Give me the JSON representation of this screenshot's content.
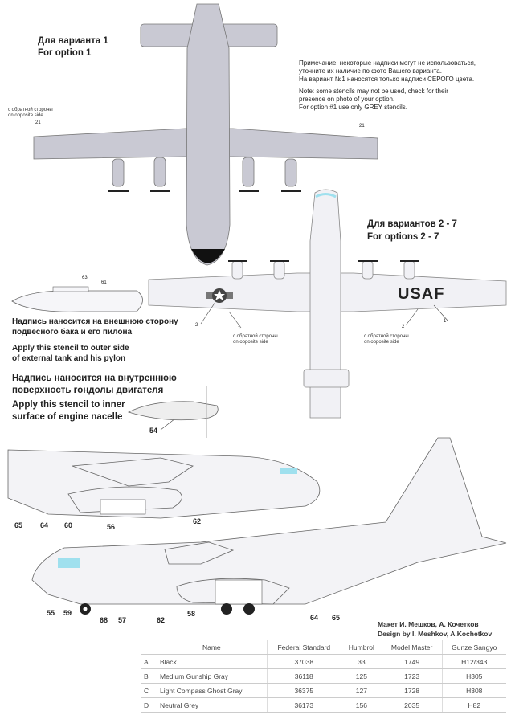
{
  "option1": {
    "title_ru": "Для варианта 1",
    "title_en": "For option 1"
  },
  "note": {
    "ru": [
      "Примечание: некоторые надписи могут не использоваться,",
      "уточните их наличие по фото Вашего варианта.",
      "На вариант №1 наносятся только надписи СЕРОГО цвета."
    ],
    "en": [
      "Note: some stencils may not be used, check for their",
      "presence on photo of your option.",
      "For option #1 use only GREY stencils."
    ]
  },
  "opposite": {
    "ru": "с обратной стороны",
    "en": "on opposite side"
  },
  "top_labels": {
    "left": "21",
    "right": "21"
  },
  "options27": {
    "title_ru": "Для вариантов 2 - 7",
    "title_en": "For options 2 - 7",
    "marking": "USAF"
  },
  "mid_labels": {
    "a": "2",
    "b": "1",
    "c": "2",
    "d": "1"
  },
  "tank": {
    "labels": [
      "63",
      "61"
    ],
    "ru": [
      "Надпись наносится на внешнюю сторону",
      "подвесного бака и его пилона"
    ],
    "en": [
      "Apply this stencil to outer side",
      "of external tank and his pylon"
    ]
  },
  "nacelle": {
    "label": "54",
    "ru": [
      "Надпись наносится на внутреннюю",
      "поверхность гондолы двигателя"
    ],
    "en": [
      "Apply this stencil to inner",
      "surface of engine nacelle"
    ]
  },
  "side1_labels": [
    "65",
    "64",
    "60",
    "56",
    "62"
  ],
  "side2_labels": [
    "55",
    "59",
    "68",
    "57",
    "62",
    "58",
    "64",
    "65"
  ],
  "credits": {
    "ru": "Макет И. Мешков, А. Кочетков",
    "en": "Design by I. Meshkov, A.Kochetkov"
  },
  "table": {
    "headers": [
      "Name",
      "Federal Standard",
      "Humbrol",
      "Model Master",
      "Gunze Sangyo"
    ],
    "rows": [
      {
        "id": "A",
        "name": "Black",
        "fs": "37038",
        "humbrol": "33",
        "mm": "1749",
        "gunze": "H12/343"
      },
      {
        "id": "B",
        "name": "Medium Gunship Gray",
        "fs": "36118",
        "humbrol": "125",
        "mm": "1723",
        "gunze": "H305"
      },
      {
        "id": "C",
        "name": "Light Compass Ghost Gray",
        "fs": "36375",
        "humbrol": "127",
        "mm": "1728",
        "gunze": "H308"
      },
      {
        "id": "D",
        "name": "Neutral Grey",
        "fs": "36173",
        "humbrol": "156",
        "mm": "2035",
        "gunze": "H82"
      }
    ]
  },
  "colors": {
    "top_grey": "#c9c9d3",
    "light_grey": "#eeeef3",
    "glass": "#9fe0ee",
    "black": "#111111"
  }
}
